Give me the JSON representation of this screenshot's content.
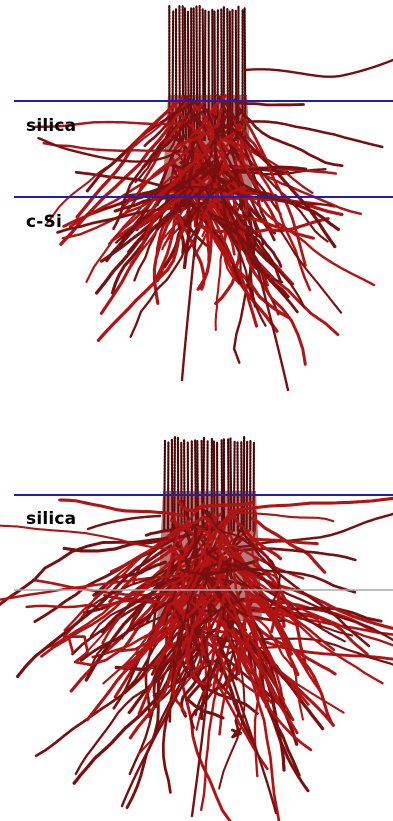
{
  "colors": {
    "background": "#ffffff",
    "track": "#7a0f0f",
    "track_dark": "#4a0606",
    "track_core": "#b01414",
    "interface_line": "#1f1fb4",
    "interface_line_gray": "#a8a8a8",
    "label": "#1f1fb4"
  },
  "panels": [
    {
      "labels": [
        "silica",
        "c-Si"
      ],
      "interfaces": [
        "blue",
        "blue"
      ]
    },
    {
      "labels": [
        "silica"
      ],
      "interfaces": [
        "blue",
        "gray"
      ]
    }
  ]
}
